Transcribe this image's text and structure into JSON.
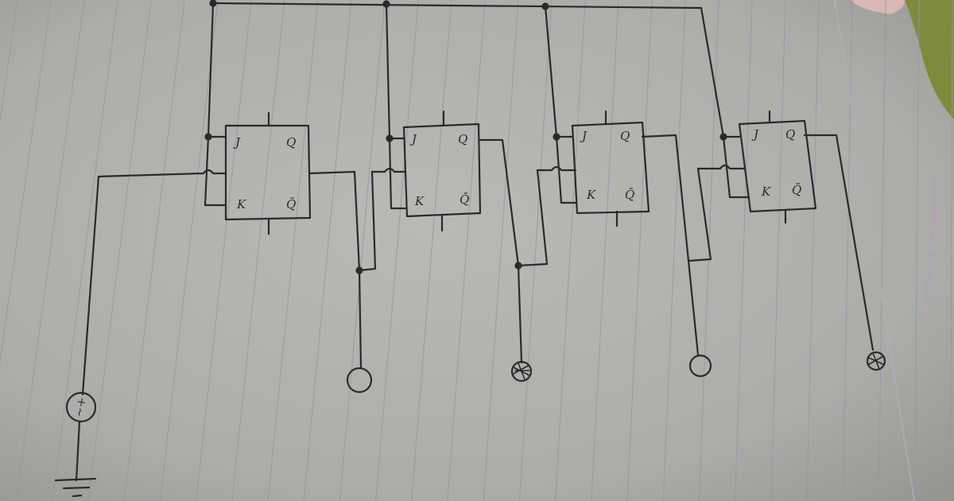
{
  "diagram": {
    "flip_flops": [
      {
        "j": "J",
        "k": "K",
        "q": "Q",
        "qbar": "Q̄"
      },
      {
        "j": "J",
        "k": "K",
        "q": "Q",
        "qbar": "Q̄"
      },
      {
        "j": "J",
        "k": "K",
        "q": "Q",
        "qbar": "Q̄"
      },
      {
        "j": "J",
        "k": "K",
        "q": "Q",
        "qbar": "Q̄"
      }
    ],
    "source_symbol": "~+",
    "outputs": [
      {
        "state": "off"
      },
      {
        "state": "on"
      },
      {
        "state": "off"
      },
      {
        "state": "on"
      }
    ]
  },
  "page": {
    "footer_quote": "Experience is the best teacher"
  },
  "colors": {
    "paper": "#b3b4b0",
    "rule_line": "#9095a8",
    "ink": "#2b2b2b",
    "margin_ink": "#b9aab8"
  }
}
